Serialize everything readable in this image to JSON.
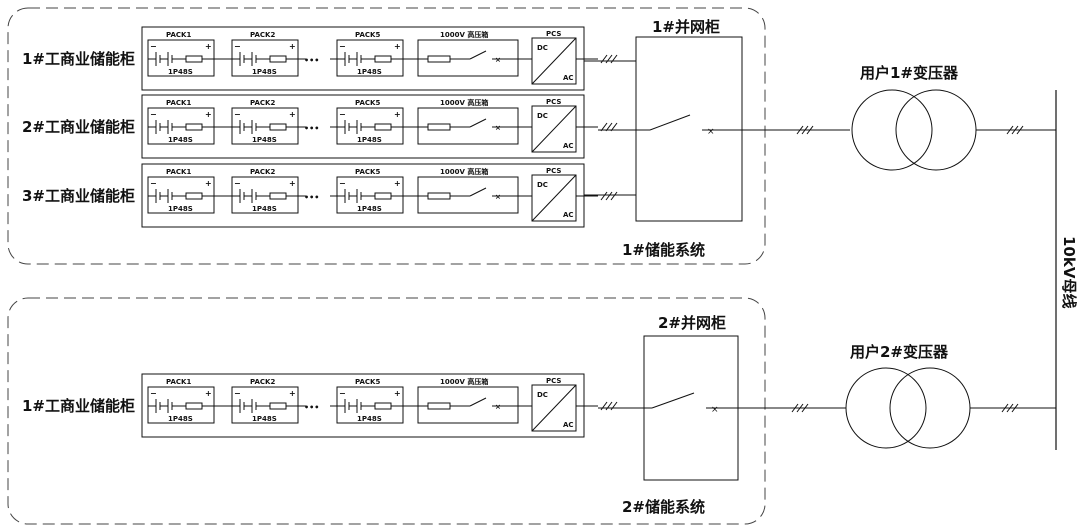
{
  "systems": [
    {
      "name": "1#储能系统",
      "grid_cabinet": "1#并网柜",
      "transformer": "用户1#变压器",
      "cabinets": [
        {
          "label": "1#工商业储能柜"
        },
        {
          "label": "2#工商业储能柜"
        },
        {
          "label": "3#工商业储能柜"
        }
      ]
    },
    {
      "name": "2#储能系统",
      "grid_cabinet": "2#并网柜",
      "transformer": "用户2#变压器",
      "cabinets": [
        {
          "label": "1#工商业储能柜"
        }
      ]
    }
  ],
  "cabinet_parts": {
    "packs": [
      "PACK1",
      "PACK2",
      "PACK5"
    ],
    "pack_config": "1P48S",
    "minus": "−",
    "plus": "+",
    "ellipsis": "•••",
    "hv_box": "1000V 高压箱",
    "pcs": "PCS",
    "dc": "DC",
    "ac": "AC"
  },
  "bus_label": "10kV母线"
}
